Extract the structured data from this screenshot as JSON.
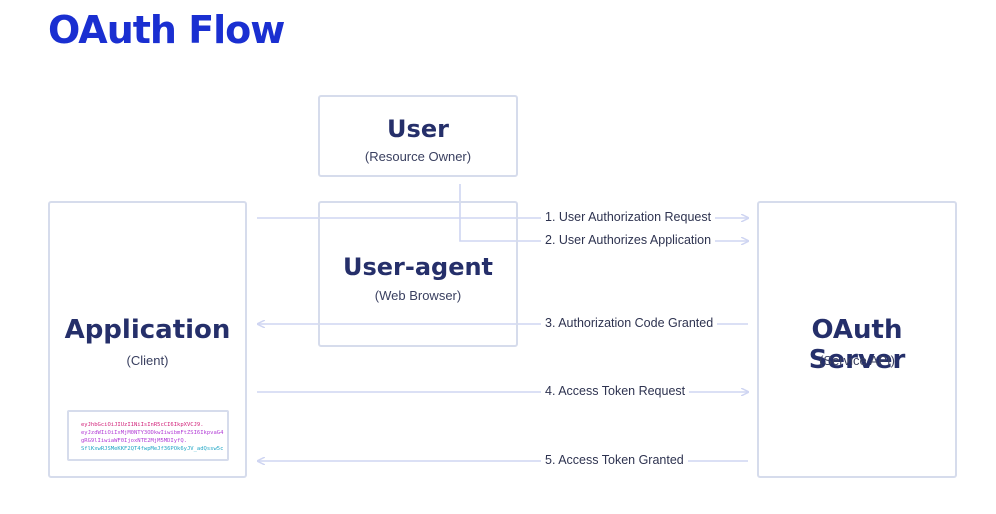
{
  "title": "OAuth Flow",
  "colors": {
    "title": "#1a2fd1",
    "box_border": "#d6dcec",
    "box_text": "#252f6a",
    "arrow": "#cfd5f2"
  },
  "boxes": {
    "user": {
      "name": "User",
      "sub": "(Resource Owner)"
    },
    "agent": {
      "name": "User-agent",
      "sub": "(Web Browser)"
    },
    "application": {
      "name": "Application",
      "sub": "(Client)"
    },
    "oauth_server": {
      "name": "OAuth Server",
      "sub": "(Service API)"
    }
  },
  "token": {
    "lines": [
      "eyJhbGciOiJIUzI1NiIsInR5cCI6IkpXVCJ9.",
      "eyJzdWIiOiIxMjM0NTY3ODkwIiwibmFtZSI6IkpvaG4",
      "gRG9lIiwiaWF0IjoxNTE2MjM5MDIyfQ.",
      "SflKxwRJSMeKKF2QT4fwpMeJf36POk6yJV_adQssw5c"
    ],
    "colors": [
      "#d2237a",
      "#b23dd6",
      "#b23dd6",
      "#23a7c6"
    ]
  },
  "flows": [
    {
      "label": "1. User Authorization Request",
      "direction": "to-server"
    },
    {
      "label": "2. User Authorizes Application",
      "direction": "to-server"
    },
    {
      "label": "3. Authorization Code Granted",
      "direction": "to-client"
    },
    {
      "label": "4. Access Token Request",
      "direction": "to-server"
    },
    {
      "label": "5. Access Token Granted",
      "direction": "to-client"
    }
  ]
}
